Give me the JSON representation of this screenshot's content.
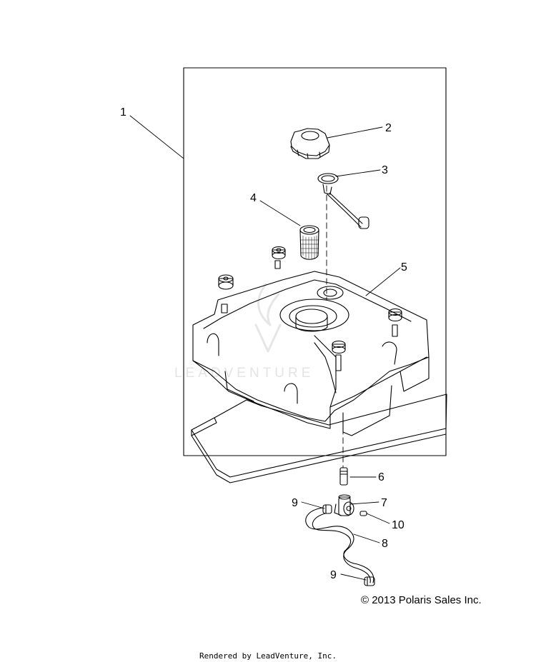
{
  "callouts": [
    {
      "id": "1",
      "text": "1"
    },
    {
      "id": "2",
      "text": "2"
    },
    {
      "id": "3",
      "text": "3"
    },
    {
      "id": "4",
      "text": "4"
    },
    {
      "id": "5",
      "text": "5"
    },
    {
      "id": "6",
      "text": "6"
    },
    {
      "id": "7",
      "text": "7"
    },
    {
      "id": "8",
      "text": "8"
    },
    {
      "id": "9a",
      "text": "9"
    },
    {
      "id": "9b",
      "text": "9"
    },
    {
      "id": "10",
      "text": "10"
    }
  ],
  "copyright": "© 2013 Polaris Sales Inc.",
  "rendered_by": "Rendered by LeadVenture, Inc.",
  "watermark": "LEADVENTURE"
}
